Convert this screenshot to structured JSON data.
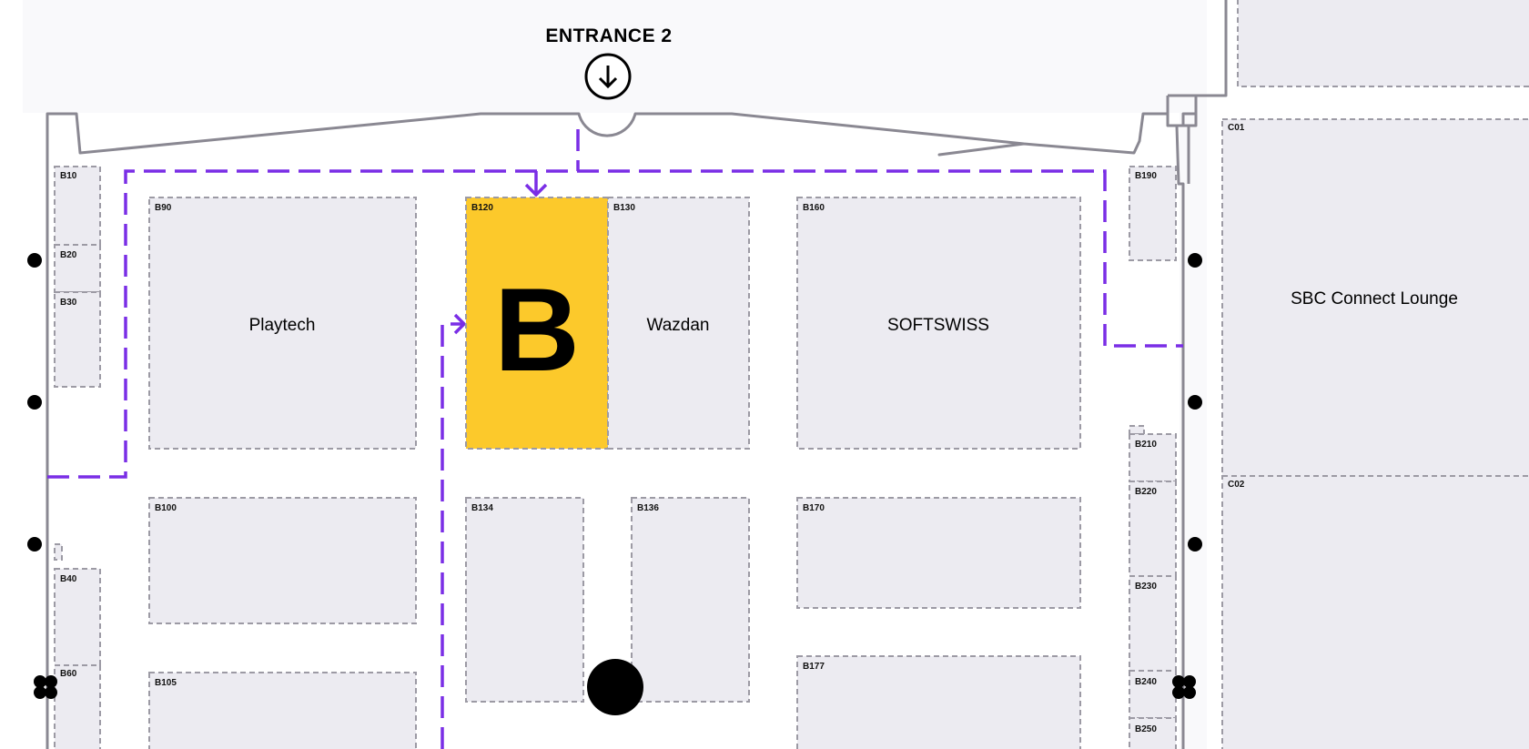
{
  "colors": {
    "booth_fill": "#ecebf1",
    "highlight_fill": "#fcc92b",
    "route": "#7a2ee6",
    "wall": "#8a8892",
    "outside": "#f9f9fb"
  },
  "entrance": {
    "label": "ENTRANCE 2",
    "icon": "arrow-down-circle-icon"
  },
  "highlight_letter": "B",
  "booths": {
    "b10": {
      "id": "B10",
      "name": ""
    },
    "b20": {
      "id": "B20",
      "name": ""
    },
    "b30": {
      "id": "B30",
      "name": ""
    },
    "b40": {
      "id": "B40",
      "name": ""
    },
    "b60": {
      "id": "B60",
      "name": ""
    },
    "b90": {
      "id": "B90",
      "name": "Playtech"
    },
    "b100": {
      "id": "B100",
      "name": ""
    },
    "b105": {
      "id": "B105",
      "name": ""
    },
    "b120": {
      "id": "B120",
      "name": ""
    },
    "b130": {
      "id": "B130",
      "name": "Wazdan"
    },
    "b134": {
      "id": "B134",
      "name": ""
    },
    "b136": {
      "id": "B136",
      "name": ""
    },
    "b160": {
      "id": "B160",
      "name": "SOFTSWISS"
    },
    "b170": {
      "id": "B170",
      "name": ""
    },
    "b177": {
      "id": "B177",
      "name": ""
    },
    "b190": {
      "id": "B190",
      "name": ""
    },
    "b210": {
      "id": "B210",
      "name": ""
    },
    "b220": {
      "id": "B220",
      "name": ""
    },
    "b230": {
      "id": "B230",
      "name": ""
    },
    "b240": {
      "id": "B240",
      "name": ""
    },
    "b250": {
      "id": "B250",
      "name": ""
    },
    "c01": {
      "id": "C01",
      "name": "SBC Connect Lounge"
    },
    "c02": {
      "id": "C02",
      "name": ""
    }
  }
}
